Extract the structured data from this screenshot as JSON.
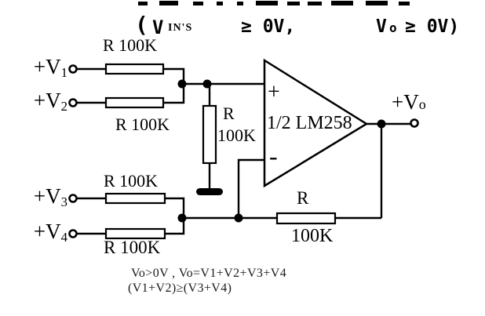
{
  "colors": {
    "ink": "#000000",
    "background": "#ffffff",
    "note_ink": "#1b1b1b"
  },
  "header": {
    "open_paren": "(",
    "vin_main": "V",
    "vin_sub": "IN'S",
    "condition_1": "≥ 0V,",
    "vo_main": "V",
    "vo_sub": "o",
    "condition_2": "≥ 0V)"
  },
  "inputs": [
    {
      "label_main": "+V",
      "label_sub": "1"
    },
    {
      "label_main": "+V",
      "label_sub": "2"
    },
    {
      "label_main": "+V",
      "label_sub": "3"
    },
    {
      "label_main": "+V",
      "label_sub": "4"
    }
  ],
  "resistors": {
    "input_r1": "R 100K",
    "input_r2": "R 100K",
    "shunt_name": "R",
    "shunt_value": "100K",
    "input_r3": "R 100K",
    "input_r4": "R 100K",
    "feedback_name": "R",
    "feedback_value": "100K"
  },
  "opamp": {
    "noninverting_label": "+",
    "inverting_label": "-",
    "device_label": "1/2 LM258"
  },
  "output": {
    "label_main": "+V",
    "label_sub": "o"
  },
  "notes": {
    "line1": "Vo>0V , Vo=V1+V2+V3+V4",
    "line2": "(V1+V2)≥(V3+V4)"
  }
}
